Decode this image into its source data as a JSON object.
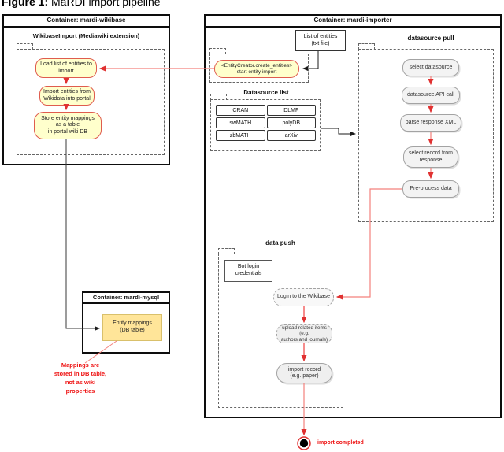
{
  "figure": {
    "title_bold": "Figure 1:",
    "title_rest": " MaRDI import pipeline"
  },
  "wikibase": {
    "title": "Container: mardi-wikibase",
    "subtitle": "WikibaseImport (Mediawiki extension)",
    "load_list": "Load list of entities to\nimport",
    "import_entities": "Import entities from\nWikidata into portal",
    "store_mappings": "Store entity mappings\nas a table\nin portal wiki DB"
  },
  "importer": {
    "title": "Container: mardi-importer",
    "list_of_entities": "List of entities\n(txt file)",
    "entity_creator": "<EntityCreator.create_entities>\nstart entity import",
    "datasource_list": {
      "label": "Datasource list",
      "items": [
        "CRAN",
        "DLMF",
        "swMATH",
        "polyDB",
        "zbMATH",
        "arXiv"
      ]
    },
    "datasource_pull": {
      "label": "datasource pull",
      "steps": [
        "select datasource",
        "datasource API call",
        "parse response XML",
        "select record from\nresponse",
        "Pre-process data"
      ]
    },
    "data_push": {
      "label": "data push",
      "bot_login": "Bot login\ncredentials",
      "login": "Login to the Wikibase",
      "upload": "upload related items (e.g.\nauthors and journals)",
      "import_record": "import record\n(e.g. paper)"
    }
  },
  "mysql": {
    "title": "Container: mardi-mysql",
    "entity_mappings": "Entity mappings\n(DB table)"
  },
  "annotations": {
    "mappings_note": "Mappings are\nstored in DB table,\nnot as wiki\nproperties",
    "import_completed": "import completed"
  },
  "colors": {
    "node_yellow": "#ffffcc",
    "node_yellow_border": "#df5c4e",
    "node_gray": "#f3f3f3",
    "tan_fill": "#ffe599",
    "red_line": "#f4807c",
    "red_arrow": "#e03131",
    "black_line": "#1a1a1a"
  }
}
